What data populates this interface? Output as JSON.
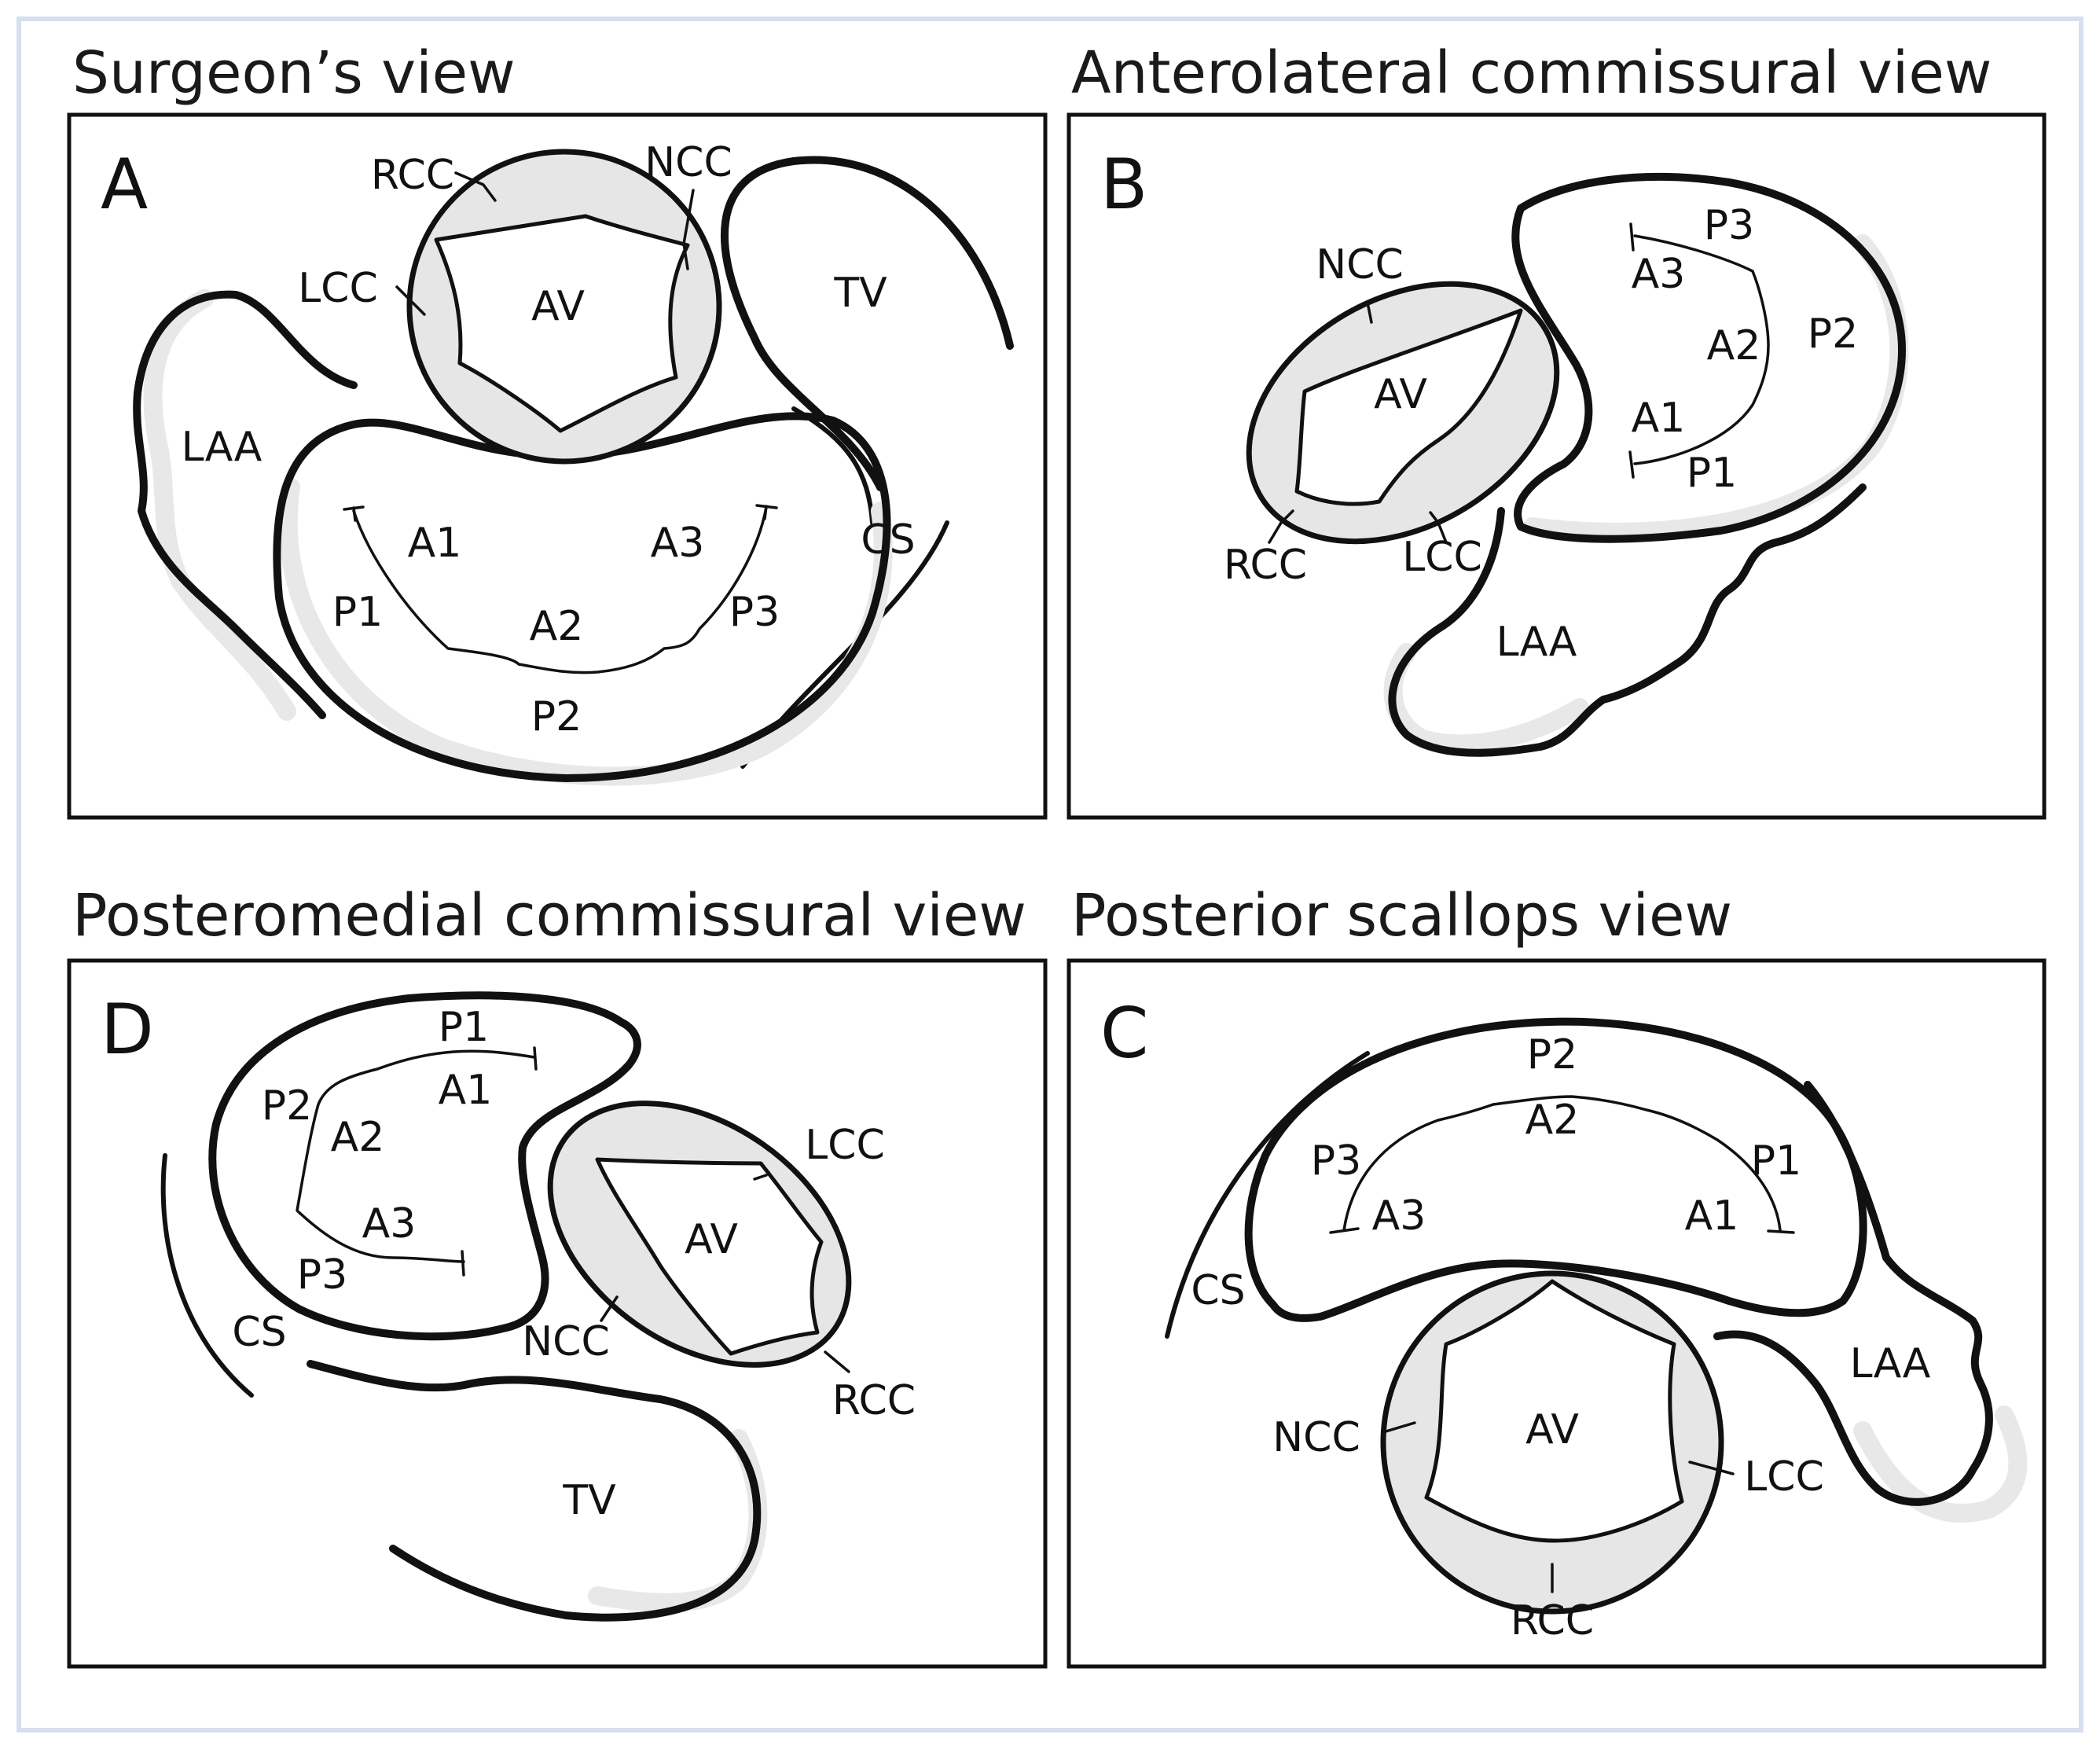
{
  "panels": [
    {
      "id": "A",
      "title": "Surgeon’s view",
      "labels": {
        "rcc": "RCC",
        "ncc": "NCC",
        "lcc": "LCC",
        "av": "AV",
        "tv": "TV",
        "laa": "LAA",
        "cs": "CS",
        "a1": "A1",
        "a2": "A2",
        "a3": "A3",
        "p1": "P1",
        "p2": "P2",
        "p3": "P3"
      }
    },
    {
      "id": "B",
      "title": "Anterolateral commissural view",
      "labels": {
        "ncc": "NCC",
        "av": "AV",
        "rcc": "RCC",
        "lcc": "LCC",
        "laa": "LAA",
        "a1": "A1",
        "a2": "A2",
        "a3": "A3",
        "p1": "P1",
        "p2": "P2",
        "p3": "P3"
      }
    },
    {
      "id": "D",
      "title": "Posteromedial commissural view",
      "labels": {
        "p1": "P1",
        "a1": "A1",
        "p2": "P2",
        "a2": "A2",
        "a3": "A3",
        "p3": "P3",
        "cs": "CS",
        "lcc": "LCC",
        "av": "AV",
        "ncc": "NCC",
        "rcc": "RCC",
        "tv": "TV"
      }
    },
    {
      "id": "C",
      "title": "Posterior scallops view",
      "labels": {
        "p2": "P2",
        "a2": "A2",
        "p3": "P3",
        "a3": "A3",
        "p1": "P1",
        "a1": "A1",
        "cs": "CS",
        "laa": "LAA",
        "ncc": "NCC",
        "av": "AV",
        "lcc": "LCC",
        "rcc": "RCC"
      }
    }
  ]
}
